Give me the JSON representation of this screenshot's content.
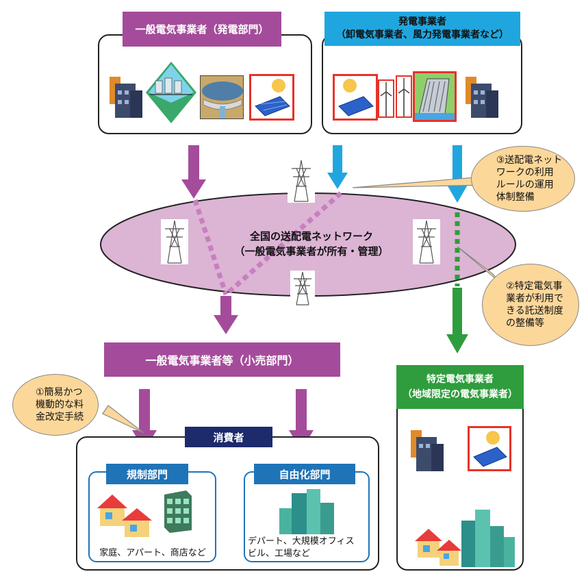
{
  "general_generation": {
    "title": "一般電気事業者（発電部門）"
  },
  "power_producer": {
    "title": "発電事業者\n（卸電気事業者、風力発電事業者など）"
  },
  "network": {
    "line1": "全国の送配電ネットワーク",
    "line2": "（一般電気事業者が所有・管理）"
  },
  "retail": {
    "title": "一般電気事業者等（小売部門）"
  },
  "specific": {
    "title": "特定電気事業者\n（地域限定の電気事業者）"
  },
  "consumers": {
    "title": "消費者",
    "regulated": {
      "title": "規制部門",
      "caption": "家庭、アパート、商店など"
    },
    "liberalized": {
      "title": "自由化部門",
      "caption": "デパート、大規模オフィス\nビル、工場など"
    }
  },
  "callouts": {
    "c1": "①簡易かつ\n機動的な料\n金改定手続",
    "c2": "②特定電気事\n業者が利用で\nきる託送制度\nの整備等",
    "c3": "③送配電ネット\nワークの利用\nルールの運用\n体制整備"
  },
  "colors": {
    "purple": "#a44c9b",
    "cyan": "#20a6df",
    "green": "#2f9d3d",
    "ellipse": "#dcb4d4"
  }
}
